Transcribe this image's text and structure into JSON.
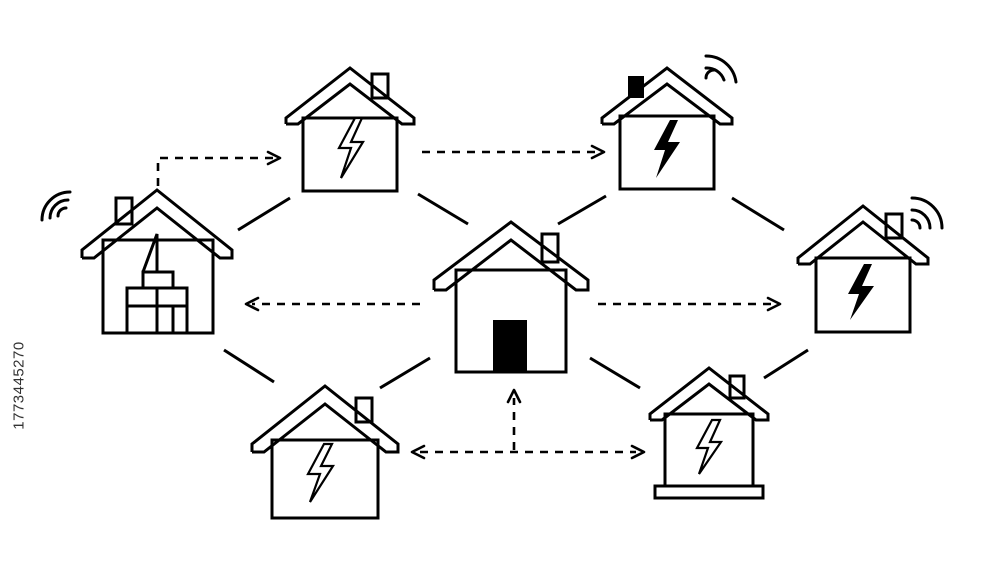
{
  "watermark": {
    "stock_id": "1773445270"
  },
  "colors": {
    "ink": "#000000",
    "background": "#ffffff"
  },
  "icons": {
    "center": "house-icon",
    "generator": "factory-house-icon",
    "power_house": "lightning-bolt-icon",
    "signal": "wifi-signal-icon",
    "connection": "solid-link-line",
    "energy_flow": "dashed-arrow"
  }
}
